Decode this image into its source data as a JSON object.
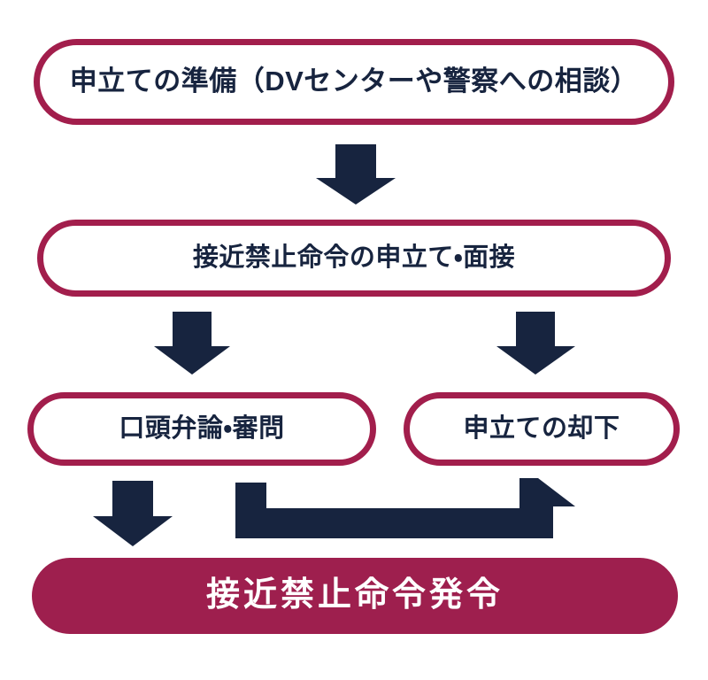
{
  "diagram": {
    "title": "接近禁止命令の流れ",
    "type": "flowchart",
    "orientation": "top-to-bottom",
    "colors": {
      "outline_border": "#A21E4C",
      "filled_background": "#9E1F4E",
      "node_text_dark": "#17243F",
      "node_text_light": "#FFFFFF",
      "connector": "#17243F",
      "canvas_background": "#FFFFFF"
    },
    "nodes": [
      {
        "id": "prepare",
        "label": "申立ての準備（DVセンターや警察への相談）",
        "style": "outline",
        "shape": "stadium"
      },
      {
        "id": "petition",
        "label": "接近禁止命令の申立て・面接",
        "style": "outline",
        "shape": "stadium"
      },
      {
        "id": "hearing",
        "label": "口頭弁論・審問",
        "style": "outline",
        "shape": "stadium"
      },
      {
        "id": "dismissal",
        "label": "申立ての却下",
        "style": "outline",
        "shape": "stadium"
      },
      {
        "id": "order",
        "label": "接近禁止命令発令",
        "style": "filled",
        "shape": "stadium"
      }
    ],
    "connectors": [
      {
        "id": "prepare-to-petition",
        "name": "arrow-down-prepare-to-petition",
        "from": "prepare",
        "to": "petition",
        "direction": "down"
      },
      {
        "id": "petition-to-hearing",
        "name": "arrow-down-petition-to-hearing",
        "from": "petition",
        "to": "hearing",
        "direction": "down"
      },
      {
        "id": "petition-to-dismissal",
        "name": "arrow-down-petition-to-dismissal",
        "from": "petition",
        "to": "dismissal",
        "direction": "down"
      },
      {
        "id": "hearing-to-order",
        "name": "arrow-down-hearing-to-order",
        "from": "hearing",
        "to": "order",
        "direction": "down"
      },
      {
        "id": "hearing-elbow-to-dismissal",
        "name": "elbow-arrow-up-to-dismissal",
        "from": "hearing",
        "to": "dismissal",
        "direction": "up-elbow"
      }
    ]
  }
}
